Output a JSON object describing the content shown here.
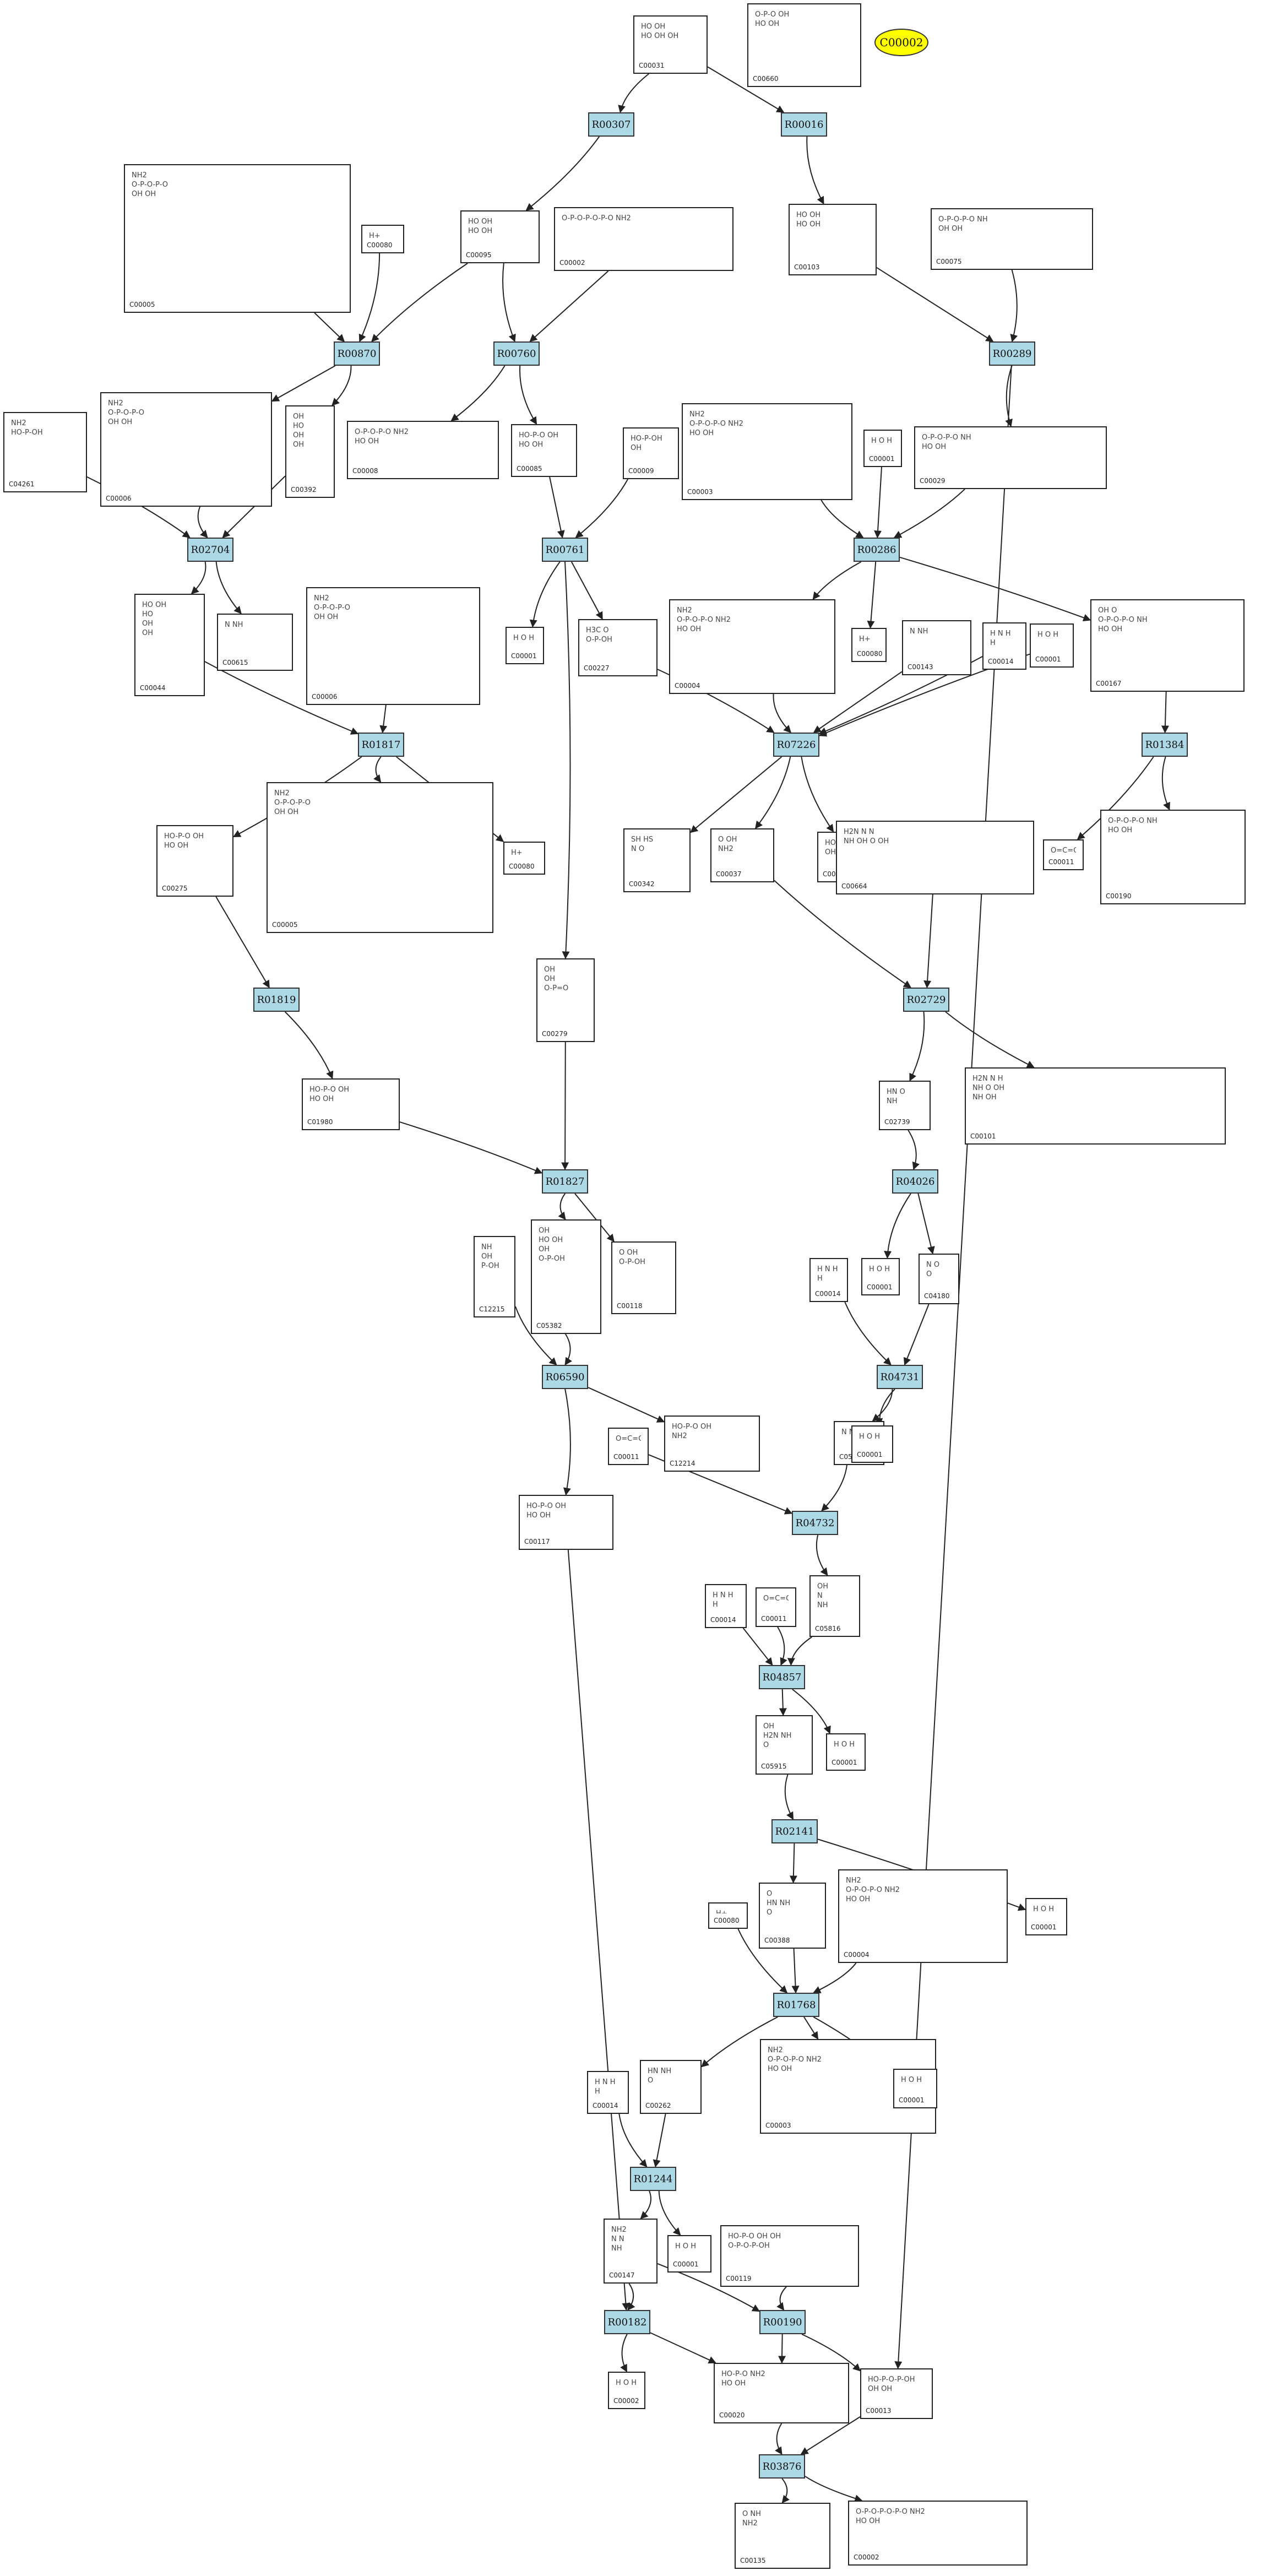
{
  "highlight": {
    "label": "C00002",
    "fill": "#ffff00"
  },
  "reaction_fill": "#add8e6",
  "reactions": [
    {
      "id": "R00307"
    },
    {
      "id": "R00016"
    },
    {
      "id": "R00870"
    },
    {
      "id": "R00760"
    },
    {
      "id": "R00289"
    },
    {
      "id": "R02704"
    },
    {
      "id": "R00761"
    },
    {
      "id": "R00286"
    },
    {
      "id": "R01817"
    },
    {
      "id": "R07226"
    },
    {
      "id": "R01384"
    },
    {
      "id": "R01819"
    },
    {
      "id": "R02729"
    },
    {
      "id": "R01827"
    },
    {
      "id": "R04026"
    },
    {
      "id": "R06590"
    },
    {
      "id": "R04731"
    },
    {
      "id": "R04732"
    },
    {
      "id": "R04857"
    },
    {
      "id": "R02141"
    },
    {
      "id": "R01768"
    },
    {
      "id": "R01244"
    },
    {
      "id": "R00182"
    },
    {
      "id": "R00190"
    },
    {
      "id": "R03876"
    }
  ],
  "compounds": [
    {
      "id": "C00031",
      "hint": "HO OH\nHO OH OH"
    },
    {
      "id": "C00660",
      "hint": "O-P-O OH\nHO OH"
    },
    {
      "id": "C00005",
      "hint": "NH2\nO-P-O-P-O\nOH OH"
    },
    {
      "id": "C00080",
      "hint": "H+"
    },
    {
      "id": "C00095",
      "hint": "HO OH\nHO OH"
    },
    {
      "id": "C00002",
      "hint": "O-P-O-P-O-P-O NH2"
    },
    {
      "id": "C00103",
      "hint": "HO OH\nHO OH"
    },
    {
      "id": "C00075",
      "hint": "O-P-O-P-O NH\nOH OH"
    },
    {
      "id": "C04261",
      "hint": "NH2\nHO-P-OH"
    },
    {
      "id": "C00006",
      "hint": "NH2\nO-P-O-P-O\nOH OH"
    },
    {
      "id": "C00392",
      "hint": "OH\nHO\nOH\nOH"
    },
    {
      "id": "C00008",
      "hint": "O-P-O-P-O NH2\nHO OH"
    },
    {
      "id": "C00085",
      "hint": "HO-P-O OH\nHO OH"
    },
    {
      "id": "C00009",
      "hint": "HO-P-OH\nOH"
    },
    {
      "id": "C00003",
      "hint": "NH2\nO-P-O-P-O NH2\nHO OH"
    },
    {
      "id": "C00001",
      "hint": "H O H"
    },
    {
      "id": "C00029",
      "hint": "O-P-O-P-O NH\nHO OH"
    },
    {
      "id": "C00044",
      "hint": "HO OH\nHO\nOH\nOH"
    },
    {
      "id": "C00615",
      "hint": "N NH"
    },
    {
      "id": "C00006",
      "hint": "NH2\nO-P-O-P-O\nOH OH"
    },
    {
      "id": "C00001",
      "hint": "H O H"
    },
    {
      "id": "C00227",
      "hint": "H3C O\nO-P-OH"
    },
    {
      "id": "C00004",
      "hint": "NH2\nO-P-O-P-O NH2\nHO OH"
    },
    {
      "id": "C00080",
      "hint": "H+"
    },
    {
      "id": "C00143",
      "hint": "N NH"
    },
    {
      "id": "C00014",
      "hint": "H N H\nH"
    },
    {
      "id": "C00001",
      "hint": "H O H"
    },
    {
      "id": "C00167",
      "hint": "OH O\nO-P-O-P-O NH\nHO OH"
    },
    {
      "id": "C00275",
      "hint": "HO-P-O OH\nHO OH"
    },
    {
      "id": "C00005",
      "hint": "NH2\nO-P-O-P-O\nOH OH"
    },
    {
      "id": "C00080",
      "hint": "H+"
    },
    {
      "id": "C00342",
      "hint": "SH HS\nN O"
    },
    {
      "id": "C00037",
      "hint": "O OH\nNH2"
    },
    {
      "id": "C00019",
      "hint": "HO-P-OH\nOH"
    },
    {
      "id": "C00664",
      "hint": "H2N N N\nNH OH O OH"
    },
    {
      "id": "C00011",
      "hint": "O=C=O"
    },
    {
      "id": "C00190",
      "hint": "O-P-O-P-O NH\nHO OH"
    },
    {
      "id": "C00279",
      "hint": "OH\nOH\nO-P=O"
    },
    {
      "id": "C01980",
      "hint": "HO-P-O OH\nHO OH"
    },
    {
      "id": "C02739",
      "hint": "HN O\nNH"
    },
    {
      "id": "C00101",
      "hint": "H2N N H\nNH O OH\nNH OH"
    },
    {
      "id": "C05382",
      "hint": "OH\nHO OH\nOH\nO-P-OH"
    },
    {
      "id": "C00118",
      "hint": "O OH\nO-P-OH"
    },
    {
      "id": "C12215",
      "hint": "NH\nOH\nP-OH"
    },
    {
      "id": "C00014",
      "hint": "H N H\nH"
    },
    {
      "id": "C00001",
      "hint": "H O H"
    },
    {
      "id": "C04180",
      "hint": "N O\nO"
    },
    {
      "id": "C12214",
      "hint": "HO-P-O OH\nNH2"
    },
    {
      "id": "C00011",
      "hint": "O=C=O"
    },
    {
      "id": "C00117",
      "hint": "HO-P-O OH\nHO OH"
    },
    {
      "id": "C05219",
      "hint": "N NH"
    },
    {
      "id": "C00001",
      "hint": "H O H"
    },
    {
      "id": "C00014",
      "hint": "H N H\nH"
    },
    {
      "id": "C00011",
      "hint": "O=C=O"
    },
    {
      "id": "C05816",
      "hint": "OH\nN\nNH"
    },
    {
      "id": "C05915",
      "hint": "OH\nH2N NH\nO"
    },
    {
      "id": "C00001",
      "hint": "H O H"
    },
    {
      "id": "C00080",
      "hint": "H+"
    },
    {
      "id": "C00388",
      "hint": "O\nHN NH\nO"
    },
    {
      "id": "C00004",
      "hint": "NH2\nO-P-O-P-O NH2\nHO OH"
    },
    {
      "id": "C00001",
      "hint": "H O H"
    },
    {
      "id": "C00014",
      "hint": "H N H\nH"
    },
    {
      "id": "C00262",
      "hint": "HN NH\nO"
    },
    {
      "id": "C00003",
      "hint": "NH2\nO-P-O-P-O NH2\nHO OH"
    },
    {
      "id": "C00001",
      "hint": "H O H"
    },
    {
      "id": "C00147",
      "hint": "NH2\nN N\nNH"
    },
    {
      "id": "C00001",
      "hint": "H O H"
    },
    {
      "id": "C00119",
      "hint": "HO-P-O OH OH\nO-P-O-P-OH"
    },
    {
      "id": "C00002",
      "hint": "H O H"
    },
    {
      "id": "C00020",
      "hint": "HO-P-O NH2\nHO OH"
    },
    {
      "id": "C00013",
      "hint": "HO-P-O-P-OH\nOH OH"
    },
    {
      "id": "C00135",
      "hint": "O NH\nNH2"
    },
    {
      "id": "C00002",
      "hint": "O-P-O-P-O-P-O NH2\nHO OH"
    }
  ]
}
